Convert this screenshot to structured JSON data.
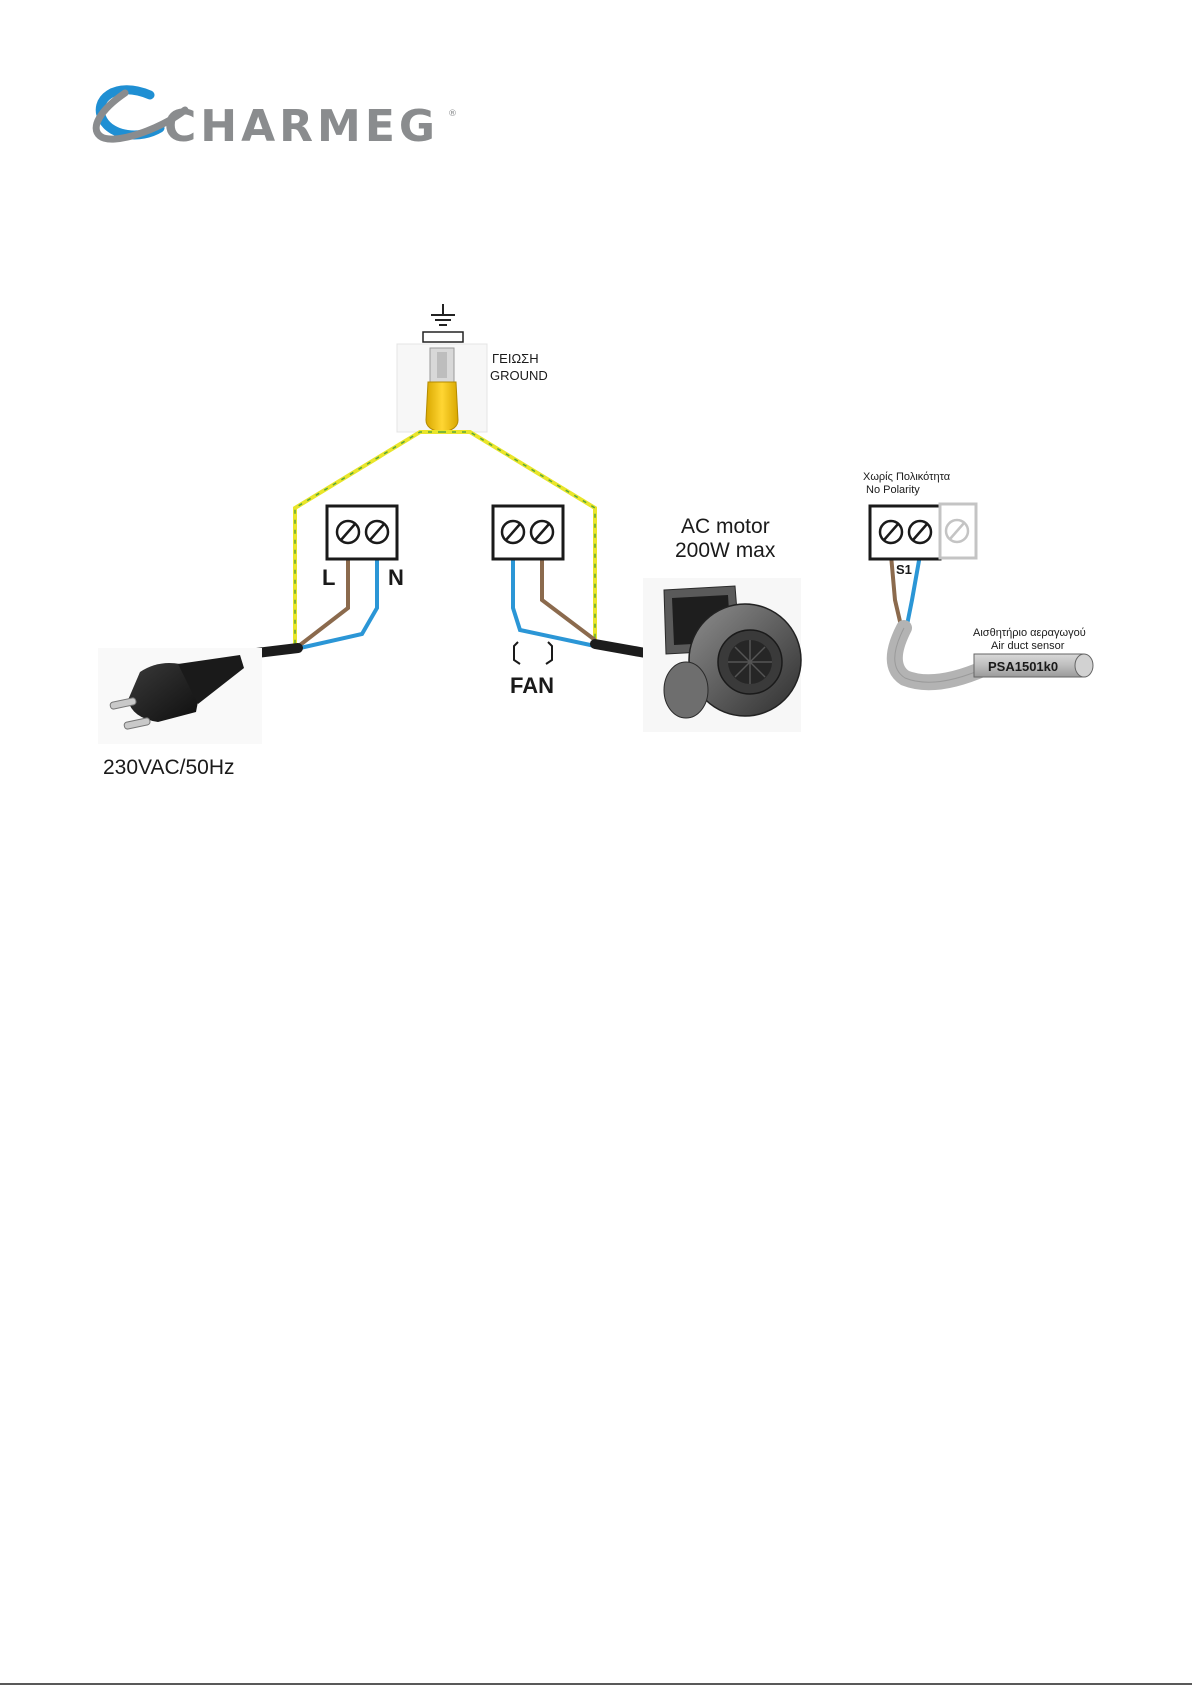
{
  "brand": {
    "name": "CHARMEG",
    "registered_mark": "®",
    "colors": {
      "primary": "#8a8c8e",
      "accent": "#1f8fd3"
    }
  },
  "ground": {
    "label_greek": "ΓΕΙΩΣΗ",
    "label_english": "GROUND",
    "icon": "earth-ground-icon",
    "terminal_color": "#f2c21b"
  },
  "power_terminal": {
    "live_label": "L",
    "neutral_label": "N",
    "supply_label": "230VAC/50Hz"
  },
  "fan_terminal": {
    "label": "FAN",
    "motor_label_line1": "AC motor",
    "motor_label_line2": "200W max"
  },
  "sensor_terminal": {
    "polarity_greek": "Χωρίς Πολικότητα",
    "polarity_english": "No Polarity",
    "input_label": "S1",
    "sensor_greek": "Αισθητήριο αεραγωγού",
    "sensor_english": "Air duct sensor",
    "sensor_model": "PSA1501k0"
  },
  "wire_colors": {
    "earth": "#e9e52a",
    "earth_stripe": "#5aa83a",
    "neutral": "#2b96d6",
    "live": "#8b6a4d",
    "cable": "#1c1c1c",
    "sensor_cable": "#b3b3b3"
  }
}
